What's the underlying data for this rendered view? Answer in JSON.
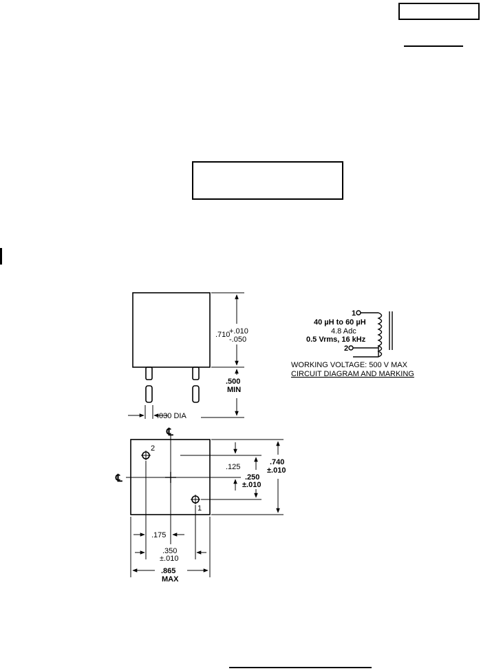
{
  "drawing": {
    "side_view": {
      "height_nominal": ".710",
      "height_tol_plus": "+.010",
      "height_tol_minus": "-.050",
      "lead_length": ".500",
      "lead_length_note": "MIN",
      "lead_diameter": ".030 DIA"
    },
    "circuit": {
      "pin1": "1",
      "pin2": "2",
      "inductance": "40 µH to 60 µH",
      "current": "4.8 Adc",
      "signal": "0.5 Vrms, 16 kHz",
      "working_voltage": "WORKING VOLTAGE: 500 V MAX",
      "caption": "CIRCUIT DIAGRAM AND MARKING"
    },
    "bottom_view": {
      "centerline_symbol": "℄",
      "pin1_label": "1",
      "pin2_label": "2",
      "dim_125": ".125",
      "dim_250": ".250",
      "dim_250_tol": "±.010",
      "dim_740": ".740",
      "dim_740_tol": "±.010",
      "dim_175": ".175",
      "dim_350": ".350",
      "dim_350_tol": "±.010",
      "dim_865": ".865",
      "dim_865_note": "MAX"
    }
  }
}
